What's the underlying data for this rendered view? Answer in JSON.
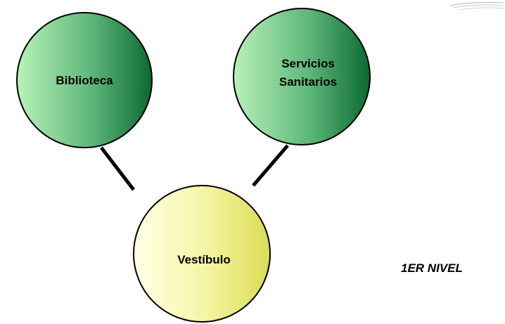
{
  "diagram": {
    "nodes": {
      "biblioteca": {
        "label": "Biblioteca"
      },
      "servicios": {
        "line1": "Servicios",
        "line2": "Sanitarios"
      },
      "vestibulo": {
        "label": "Vestíbulo"
      }
    },
    "level_label": "1ER NIVEL",
    "colors": {
      "green_light": "#b5f0b5",
      "green_dark": "#0b6a31",
      "yellow_light": "#ffffe0",
      "yellow_dark": "#dede5a",
      "outline": "#000000"
    }
  }
}
